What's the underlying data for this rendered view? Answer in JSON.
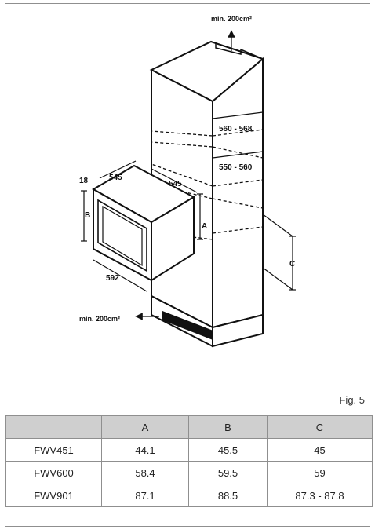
{
  "figure": {
    "caption": "Fig. 5",
    "labels": {
      "vent_top": "min. 200cm²",
      "vent_bottom": "min. 200cm²",
      "dim_560_568": "560 - 568",
      "dim_550_560": "550 - 560",
      "dim_545_top": "545",
      "dim_545_side": "545",
      "dim_18": "18",
      "dim_592": "592",
      "letter_a": "A",
      "letter_b": "B",
      "letter_c": "C"
    }
  },
  "table": {
    "headers": [
      "",
      "A",
      "B",
      "C"
    ],
    "rows": [
      [
        "FWV451",
        "44.1",
        "45.5",
        "45"
      ],
      [
        "FWV600",
        "58.4",
        "59.5",
        "59"
      ],
      [
        "FWV901",
        "87.1",
        "88.5",
        "87.3 - 87.8"
      ]
    ]
  }
}
